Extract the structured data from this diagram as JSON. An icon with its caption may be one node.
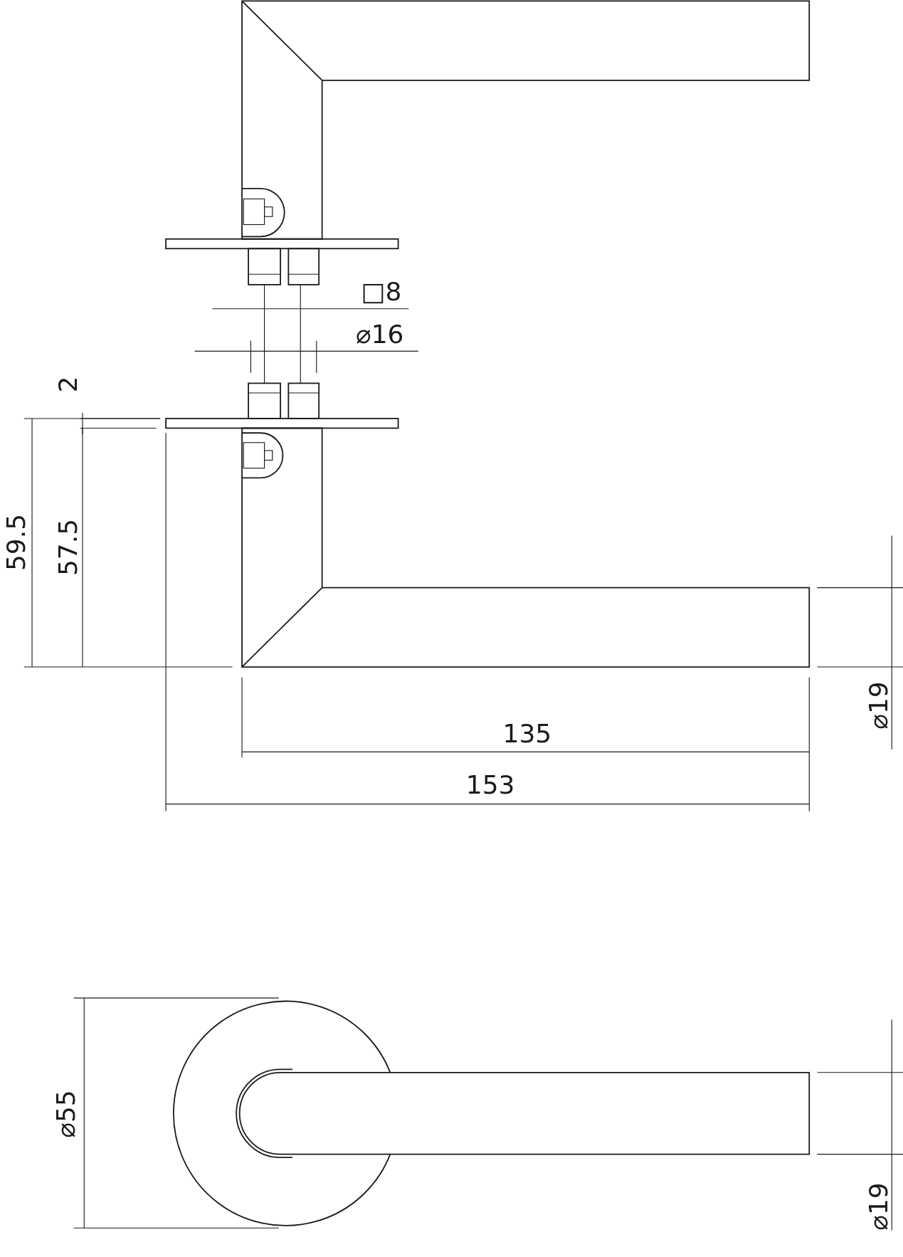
{
  "diagram": {
    "labels": [
      "□8",
      "⌀16",
      "2",
      "59.5",
      "57.5",
      "135",
      "153",
      "⌀19",
      "⌀55",
      "⌀19"
    ]
  }
}
